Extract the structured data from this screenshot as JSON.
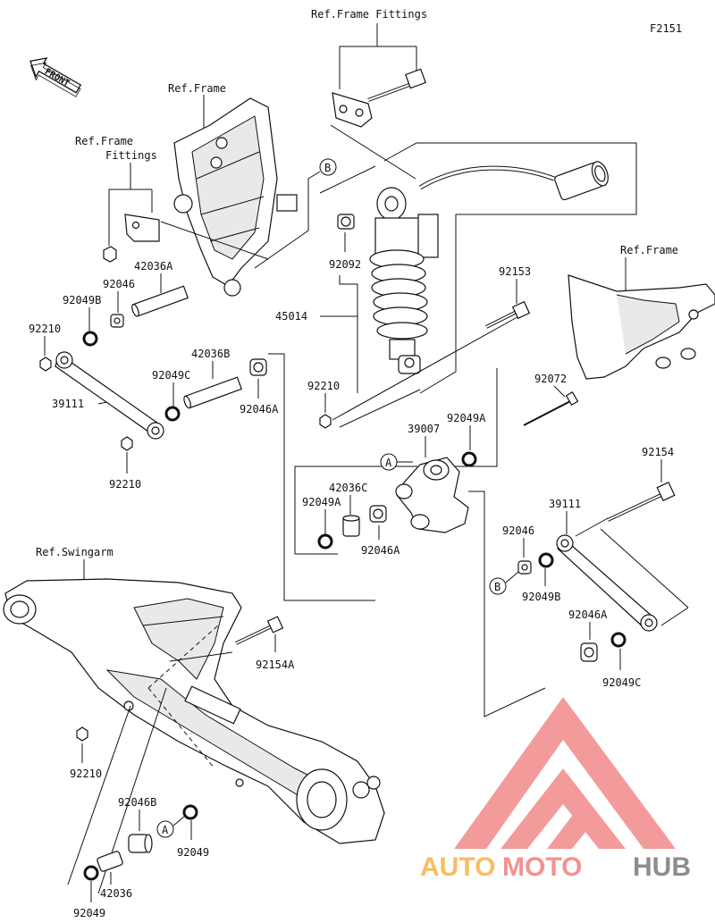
{
  "figure_code": "F2151",
  "front_label": "FRONT",
  "circle_a": "A",
  "circle_b": "B",
  "watermark": {
    "auto": "AUTO",
    "moto": "MOTO",
    "hub": "HUB",
    "colors": {
      "auto": "#f6b24a",
      "moto": "#f08080",
      "hub": "#7a7a7a",
      "logo": "#f28a8a"
    }
  },
  "labels": {
    "ref_frame_fittings_top": "Ref.Frame Fittings",
    "ref_frame_left": "Ref.Frame",
    "ref_frame_fittings_left_1": "Ref.Frame",
    "ref_frame_fittings_left_2": "Fittings",
    "ref_frame_right": "Ref.Frame",
    "ref_swingarm": "Ref.Swingarm",
    "p42036A": "42036A",
    "p92046_a": "92046",
    "p92049B_a": "92049B",
    "p92210_a": "92210",
    "p39111_a": "39111",
    "p92049C_a": "92049C",
    "p42036B": "42036B",
    "p92046A_a": "92046A",
    "p92210_b": "92210",
    "p92092": "92092",
    "p45014": "45014",
    "p92210_c": "92210",
    "p92153": "92153",
    "p92072": "92072",
    "p39007": "39007",
    "p92049A_a": "92049A",
    "p42036C": "42036C",
    "p92049A_b": "92049A",
    "p92046A_b": "92046A",
    "p92154": "92154",
    "p39111_b": "39111",
    "p92046_b": "92046",
    "p92049B_b": "92049B",
    "p92046A_c": "92046A",
    "p92049C_b": "92049C",
    "p92154A": "92154A",
    "p92210_d": "92210",
    "p92046B": "92046B",
    "p92049_a": "92049",
    "p42036": "42036",
    "p92049_b": "92049"
  }
}
